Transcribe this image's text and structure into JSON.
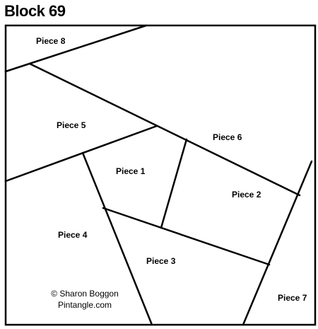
{
  "title": "Block 69",
  "pieces": [
    {
      "id": 8,
      "label": "Piece 8"
    },
    {
      "id": 5,
      "label": "Piece 5"
    },
    {
      "id": 6,
      "label": "Piece 6"
    },
    {
      "id": 1,
      "label": "Piece 1"
    },
    {
      "id": 2,
      "label": "Piece 2"
    },
    {
      "id": 4,
      "label": "Piece 4"
    },
    {
      "id": 3,
      "label": "Piece 3"
    },
    {
      "id": 7,
      "label": "Piece 7"
    }
  ],
  "credit": {
    "line1": "© Sharon Boggon",
    "line2": "Pintangle.com"
  }
}
